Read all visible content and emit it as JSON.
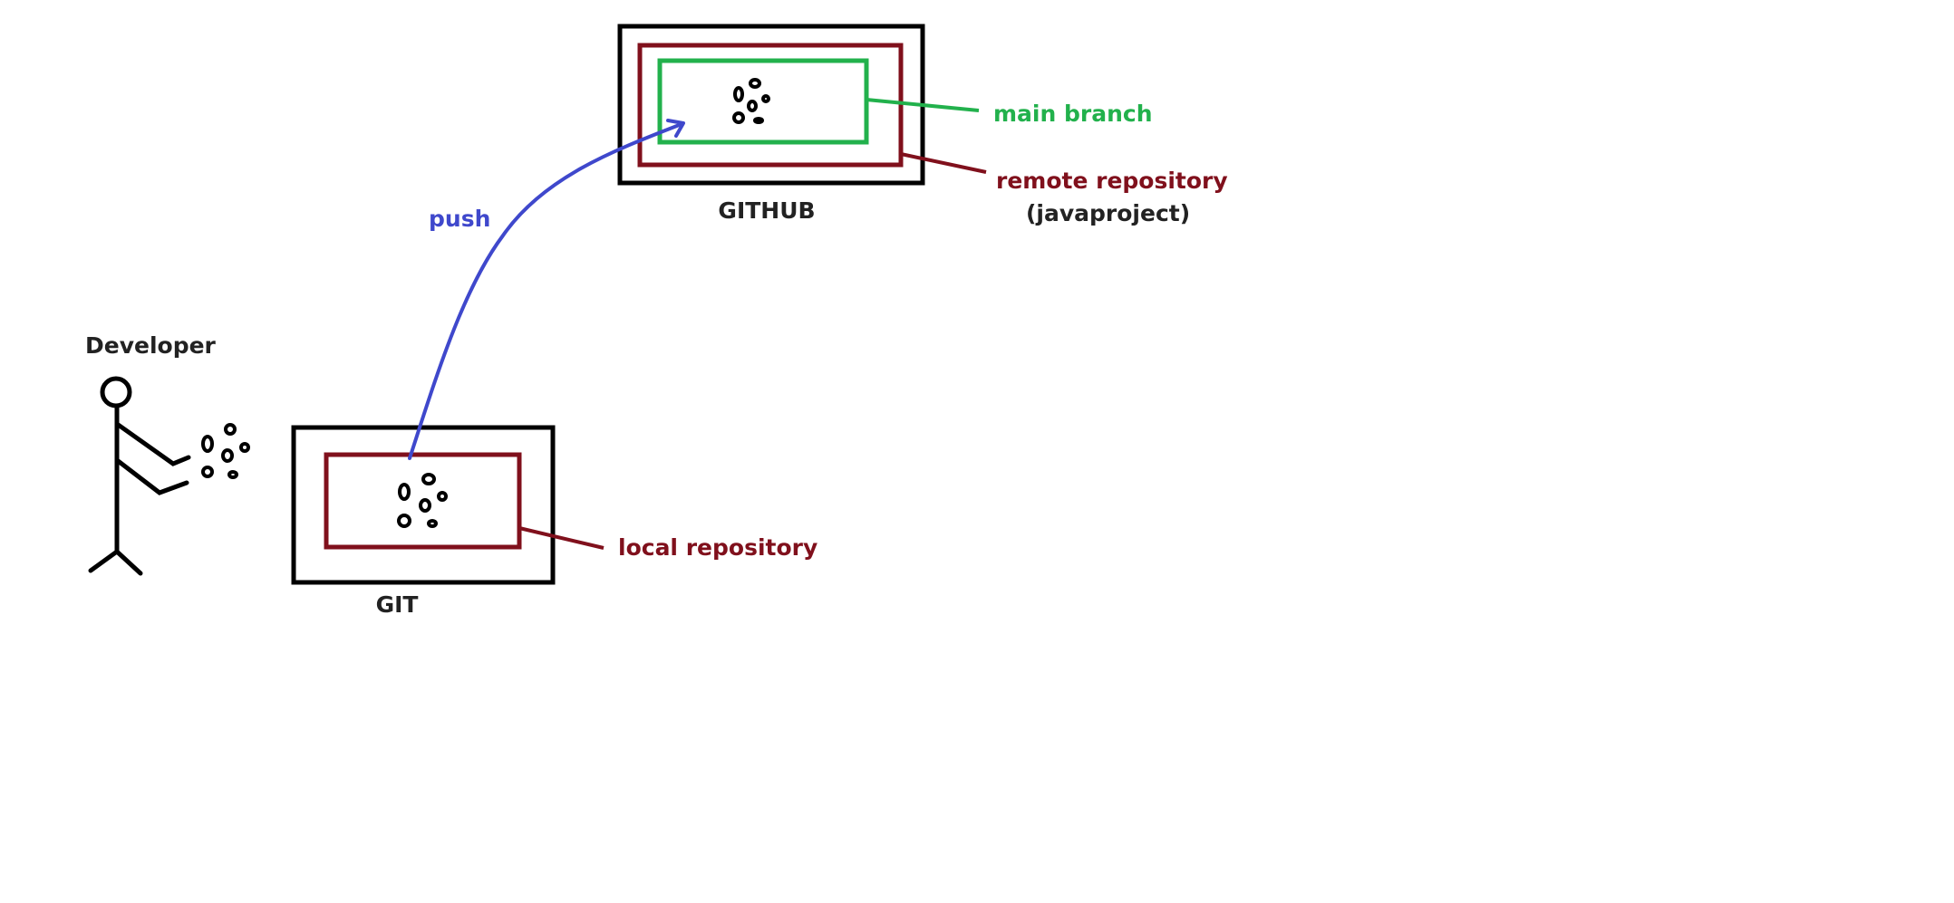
{
  "labels": {
    "developer": "Developer",
    "push": "push",
    "github": "GITHUB",
    "git": "GIT",
    "main_branch": "main branch",
    "remote_repository": "remote repository",
    "remote_repository_name": "(javaproject)",
    "local_repository": "local repository"
  },
  "colors": {
    "outline": "#000000",
    "repository": "#80101c",
    "branch": "#22b14c",
    "push": "#3f48cc",
    "text_dark": "#222222"
  },
  "icons": {
    "person": "stick-figure-icon",
    "files": "file-cluster-icon",
    "arrow": "arrow-head-icon"
  }
}
